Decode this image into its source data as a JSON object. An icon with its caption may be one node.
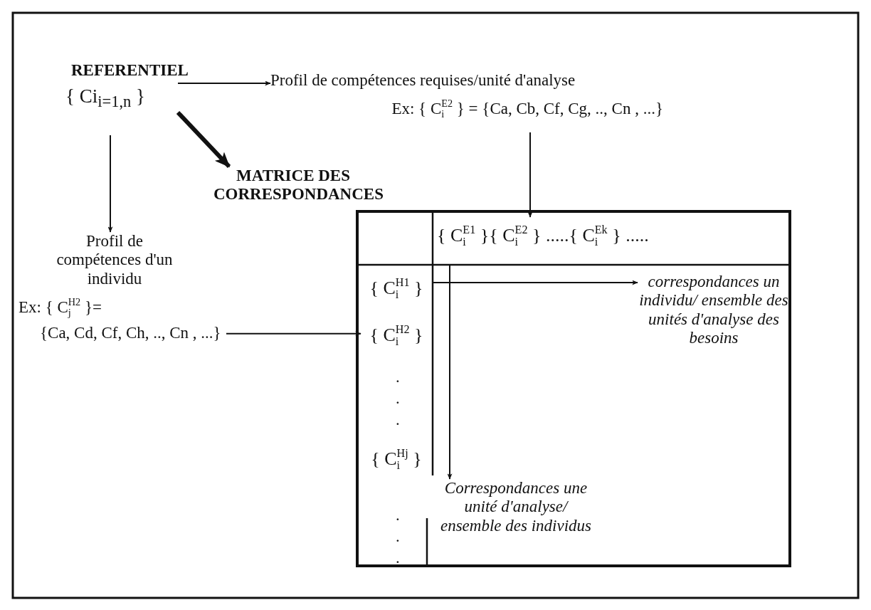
{
  "diagram": {
    "nodes": [
      {
        "text": [
          "REFERENTIEL",
          "{ Ci$_{i=1,n}$ }"
        ]
      },
      {
        "text": [
          "Profil de compétences requises/unité d'analyse",
          "Ex: { C$_{i}$$^{E2}$ } = {Ca, Cb, Cf, Cg, .., Cn , ...}"
        ]
      },
      {
        "text": [
          "MATRICE DES CORRESPONDANCES"
        ]
      },
      {
        "text": [
          "Profil de compétences d'un individu",
          "Ex: { C$_{j}$$^{H2}$ }=",
          "{Ca, Cd, Cf, Ch, .., Cn , ...}"
        ]
      },
      {
        "text": [],
        "shape": "box"
      },
      {
        "text": [
          "{ C$_{i}$$^{E1}$ }{ C$_{i}$$^{E2}$ } .....{ C$_{i}$$^{Ek}$ } ....."
        ],
        "in": 4
      },
      {
        "text": [
          "{ C$_{i}$$^{H1}$ }"
        ],
        "in": 4
      },
      {
        "text": [
          "{ C$_{i}$$^{H2}$ }"
        ],
        "in": 4
      },
      {
        "text": [
          "{ C$_{i}$$^{Hj}$ }"
        ],
        "in": 4
      },
      {
        "text": [
          "correspondances un individu/ ensemble des unités d'analyse des besoins"
        ],
        "in": 4
      },
      {
        "text": [
          "Correspondances une unité d'analyse/ ensemble des individus"
        ],
        "in": 4
      }
    ],
    "edges": [
      {
        "from": 0,
        "to": 1,
        "arrow": "to"
      },
      {
        "from": 0,
        "to": 2,
        "arrow": "to",
        "style": "thick"
      },
      {
        "from": 0,
        "to": 3,
        "arrow": "to"
      },
      {
        "from": 1,
        "to": 5,
        "arrow": "to"
      },
      {
        "from": 3,
        "to": 7,
        "arrow": "to"
      },
      {
        "from": 6,
        "to": 9,
        "arrow": "to"
      },
      {
        "from": 5,
        "to": 10,
        "arrow": "to"
      }
    ],
    "labels": [
      ".",
      ".",
      ".",
      ".",
      ".",
      "."
    ]
  }
}
